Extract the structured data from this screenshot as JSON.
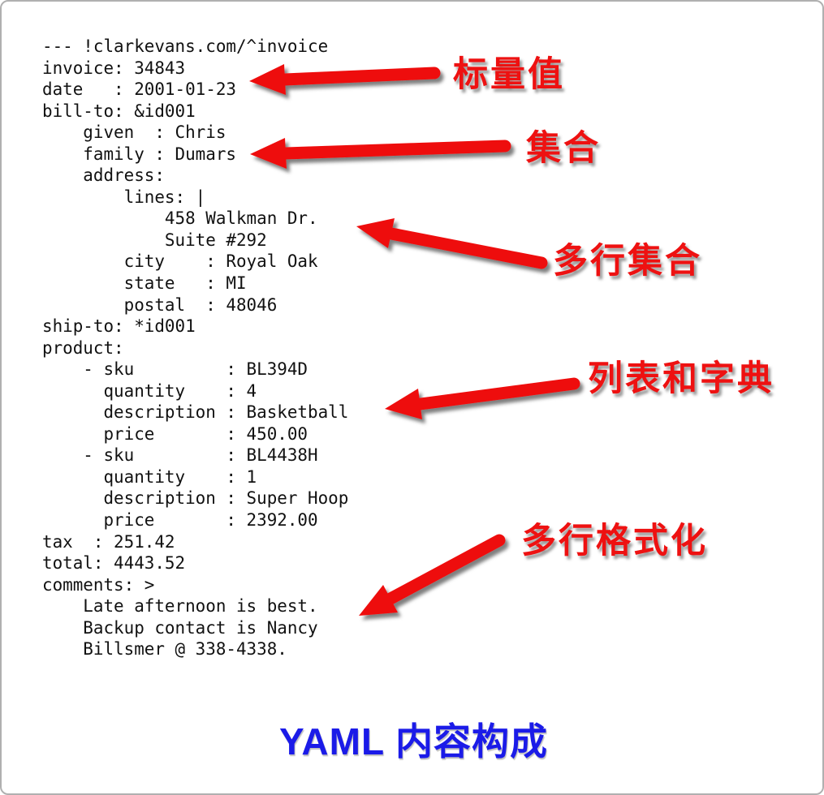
{
  "colors": {
    "arrow_red": "#ee1111",
    "label_red": "#ee1111",
    "title_blue": "#1b1be8",
    "code_text": "#111111",
    "border_gray": "#b0b0b0",
    "background": "#ffffff"
  },
  "document": {
    "yaml_lines": [
      "--- !clarkevans.com/^invoice",
      "invoice: 34843",
      "date   : 2001-01-23",
      "bill-to: &id001",
      "    given  : Chris",
      "    family : Dumars",
      "    address:",
      "        lines: |",
      "            458 Walkman Dr.",
      "            Suite #292",
      "        city    : Royal Oak",
      "        state   : MI",
      "        postal  : 48046",
      "ship-to: *id001",
      "product:",
      "    - sku         : BL394D",
      "      quantity    : 4",
      "      description : Basketball",
      "      price       : 450.00",
      "    - sku         : BL4438H",
      "      quantity    : 1",
      "      description : Super Hoop",
      "      price       : 2392.00",
      "tax  : 251.42",
      "total: 4443.52",
      "comments: >",
      "    Late afternoon is best.",
      "    Backup contact is Nancy",
      "    Billsmer @ 338-4338."
    ]
  },
  "annotations": {
    "labels": [
      {
        "text": "标量值"
      },
      {
        "text": "集合"
      },
      {
        "text": "多行集合"
      },
      {
        "text": "列表和字典"
      },
      {
        "text": "多行格式化"
      }
    ]
  },
  "caption": {
    "title": "YAML 内容构成"
  }
}
